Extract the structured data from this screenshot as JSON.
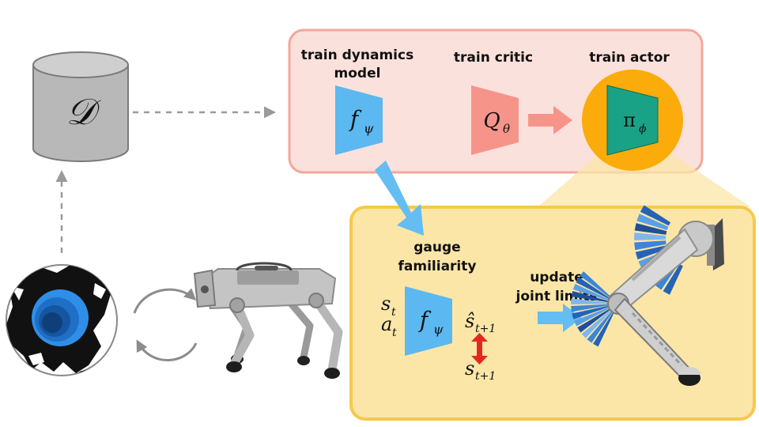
{
  "colors": {
    "pink_panel_fill": "#fbe1dc",
    "pink_panel_border": "#f3a79c",
    "yellow_panel_fill": "#fbe6a8",
    "yellow_panel_border": "#f6c94a",
    "dynamics_model_blue": "#5bb8f0",
    "critic_salmon": "#f6948a",
    "actor_green": "#19a286",
    "actor_highlight_orange": "#fbab0a",
    "flow_arrow_blue": "#64bdf3",
    "mismatch_arrow_red": "#e5281e",
    "dataset_gray": "#b5b5b5"
  },
  "dataset": {
    "symbol": "𝒟"
  },
  "top_panel": {
    "dynamics": {
      "label_line1": "train dynamics",
      "label_line2": "model",
      "symbol": "f",
      "subscript": "ψ"
    },
    "critic": {
      "label": "train critic",
      "symbol": "Q",
      "subscript": "θ"
    },
    "actor": {
      "label": "train actor",
      "symbol": "π",
      "subscript": "ϕ"
    }
  },
  "bottom_panel": {
    "familiarity": {
      "label_line1": "gauge",
      "label_line2": "familiarity",
      "symbol": "f",
      "subscript": "ψ"
    },
    "inputs": [
      {
        "symbol": "s",
        "subscript": "t"
      },
      {
        "symbol": "a",
        "subscript": "t"
      }
    ],
    "predicted_state": {
      "symbol": "ŝ",
      "subscript": "t+1"
    },
    "true_state": {
      "symbol": "s",
      "subscript": "t+1"
    },
    "update": {
      "label_line1": "update",
      "label_line2": "joint limits"
    }
  },
  "icons": {
    "dataset": "database-cylinder-icon",
    "globe": "globe-icon",
    "robot": "quadruped-robot-icon",
    "leg": "robot-leg-icon"
  }
}
